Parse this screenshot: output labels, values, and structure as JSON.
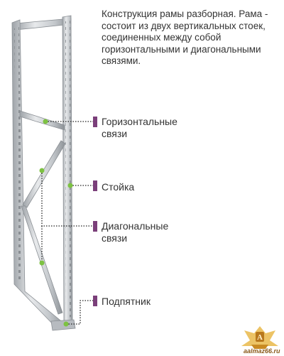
{
  "description": "Конструкция рамы разборная. Рама - состоит из двух вертикальных стоек, соединенных между собой горизонтальными и диагональными связями.",
  "labels": {
    "horizontal_1": "Горизонтальные",
    "horizontal_2": "связи",
    "upright": "Стойка",
    "diagonal_1": "Диагональные",
    "diagonal_2": "связи",
    "footplate": "Подпятник"
  },
  "logo": {
    "text": "aalmaz66.ru",
    "emblem": "A"
  },
  "colors": {
    "marker": "#7b3f7a",
    "dot": "#7dc242",
    "steel": "#c9ccd0"
  }
}
